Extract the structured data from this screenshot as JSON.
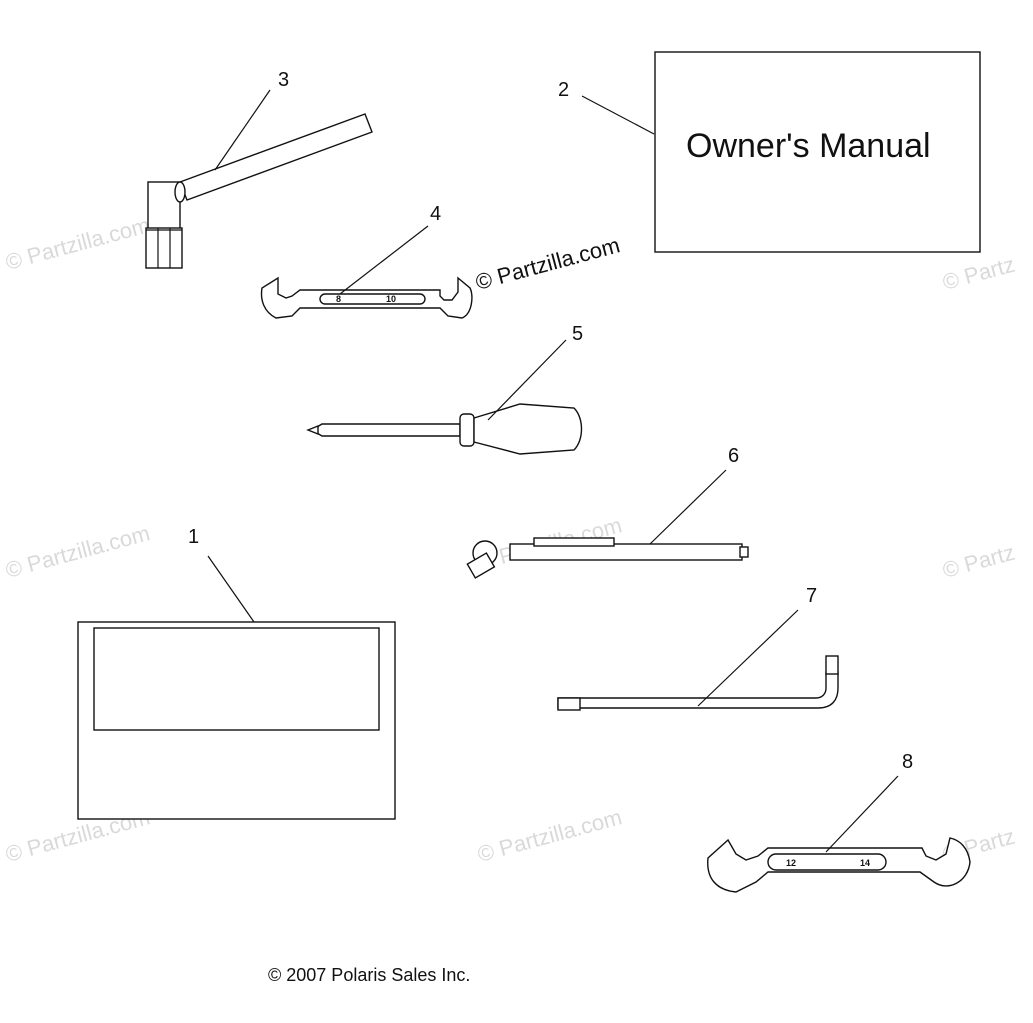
{
  "watermark_text": "© Partzilla.com",
  "watermark_partial": "© Partz",
  "manual_title": "Owner's Manual",
  "copyright": "© 2007 Polaris Sales Inc.",
  "callouts": {
    "c1": "1",
    "c2": "2",
    "c3": "3",
    "c4": "4",
    "c5": "5",
    "c6": "6",
    "c7": "7",
    "c8": "8"
  },
  "wrench_small": {
    "left": "8",
    "right": "10"
  },
  "wrench_large": {
    "left": "12",
    "right": "14"
  }
}
